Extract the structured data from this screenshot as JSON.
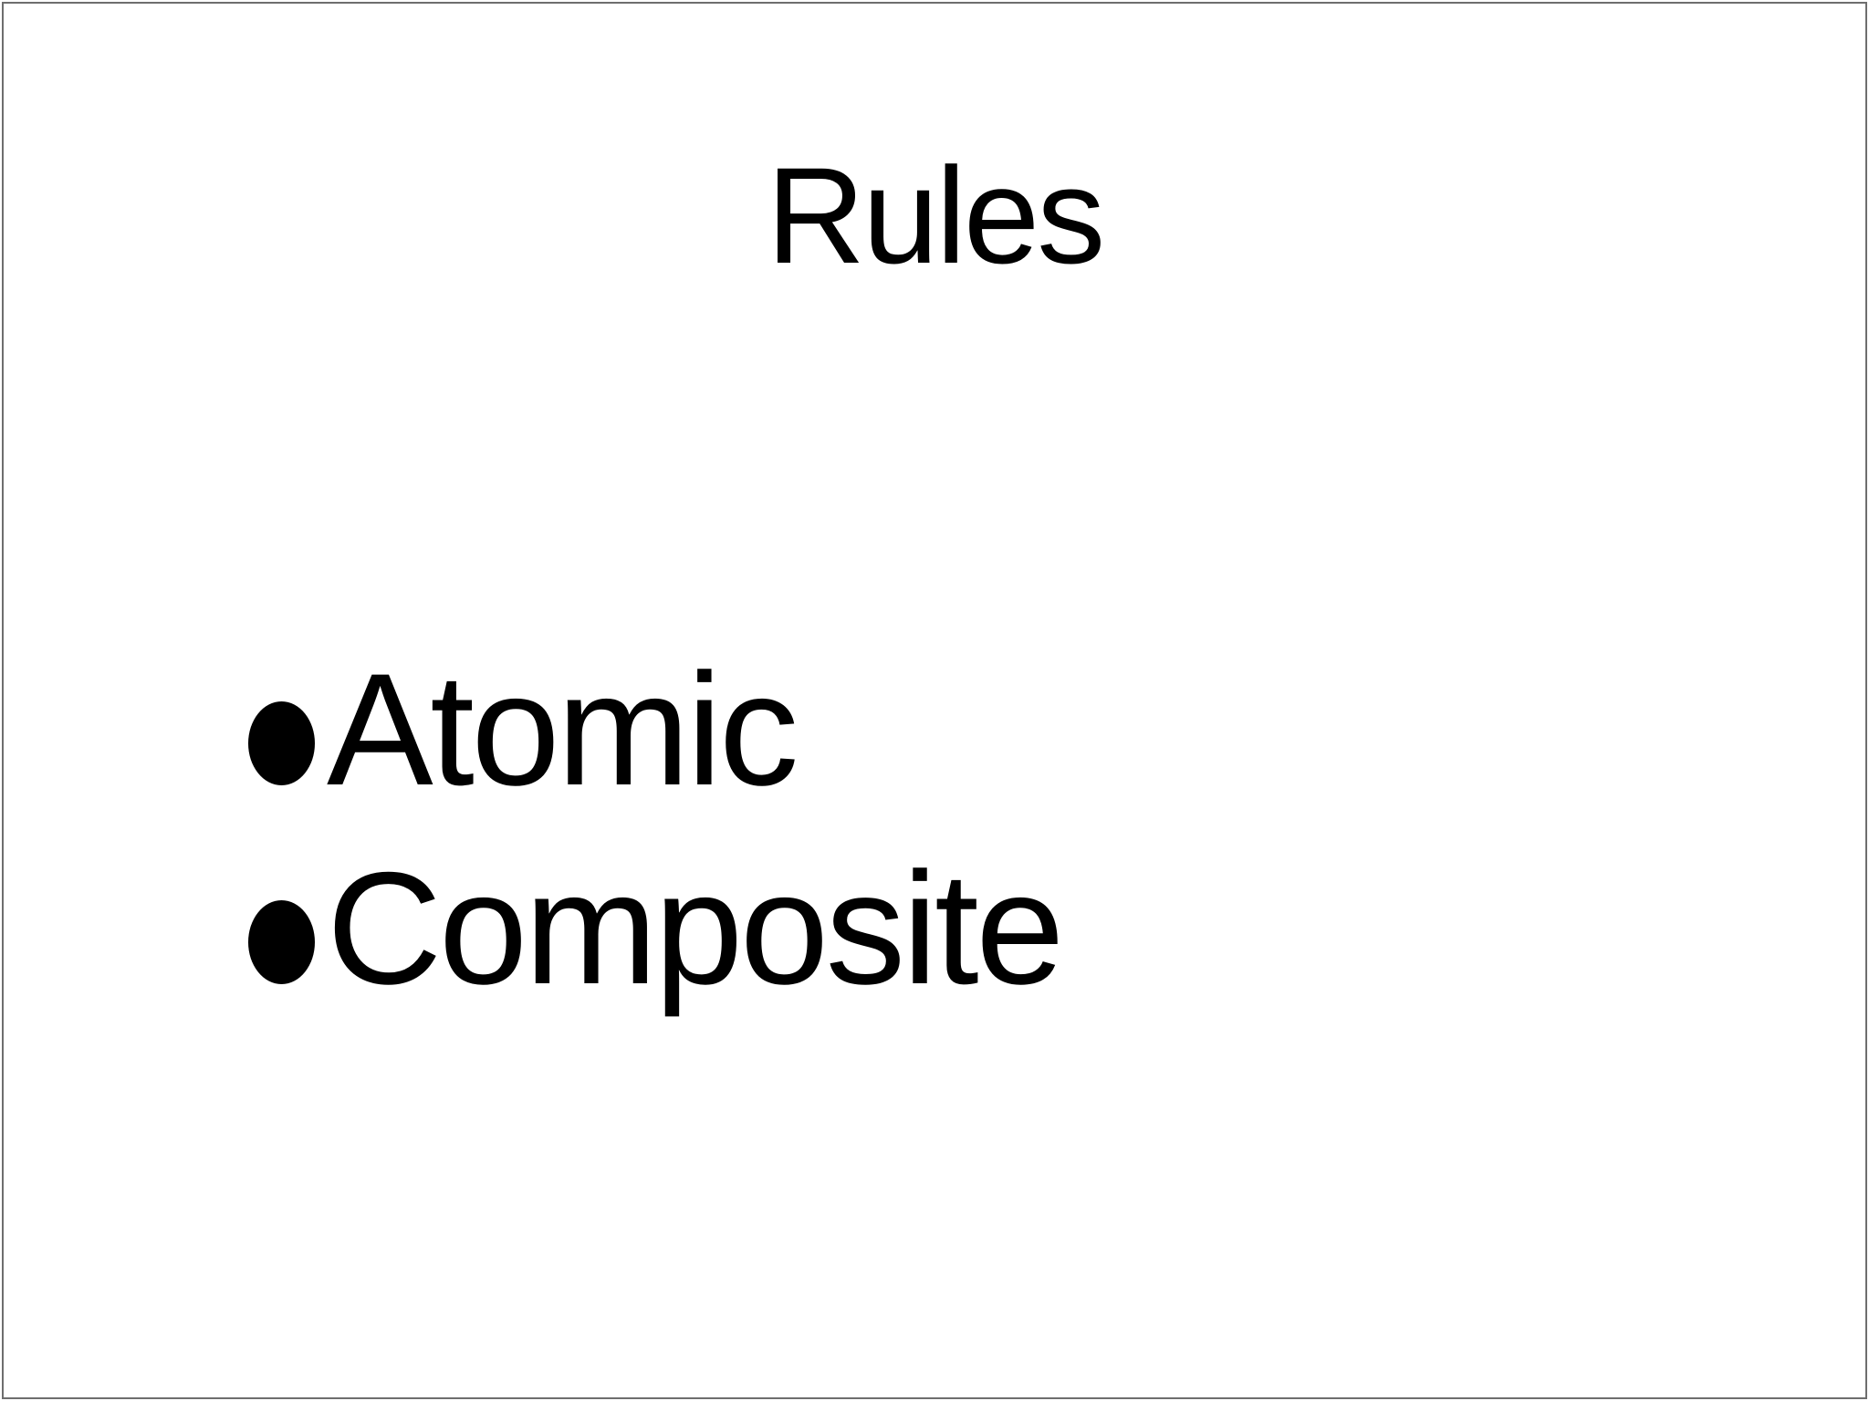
{
  "slide": {
    "title": "Rules",
    "bullets": [
      {
        "label": "Atomic"
      },
      {
        "label": "Composite"
      }
    ],
    "colors": {
      "background": "#ffffff",
      "text": "#000000",
      "border": "#6e6e6e"
    }
  }
}
